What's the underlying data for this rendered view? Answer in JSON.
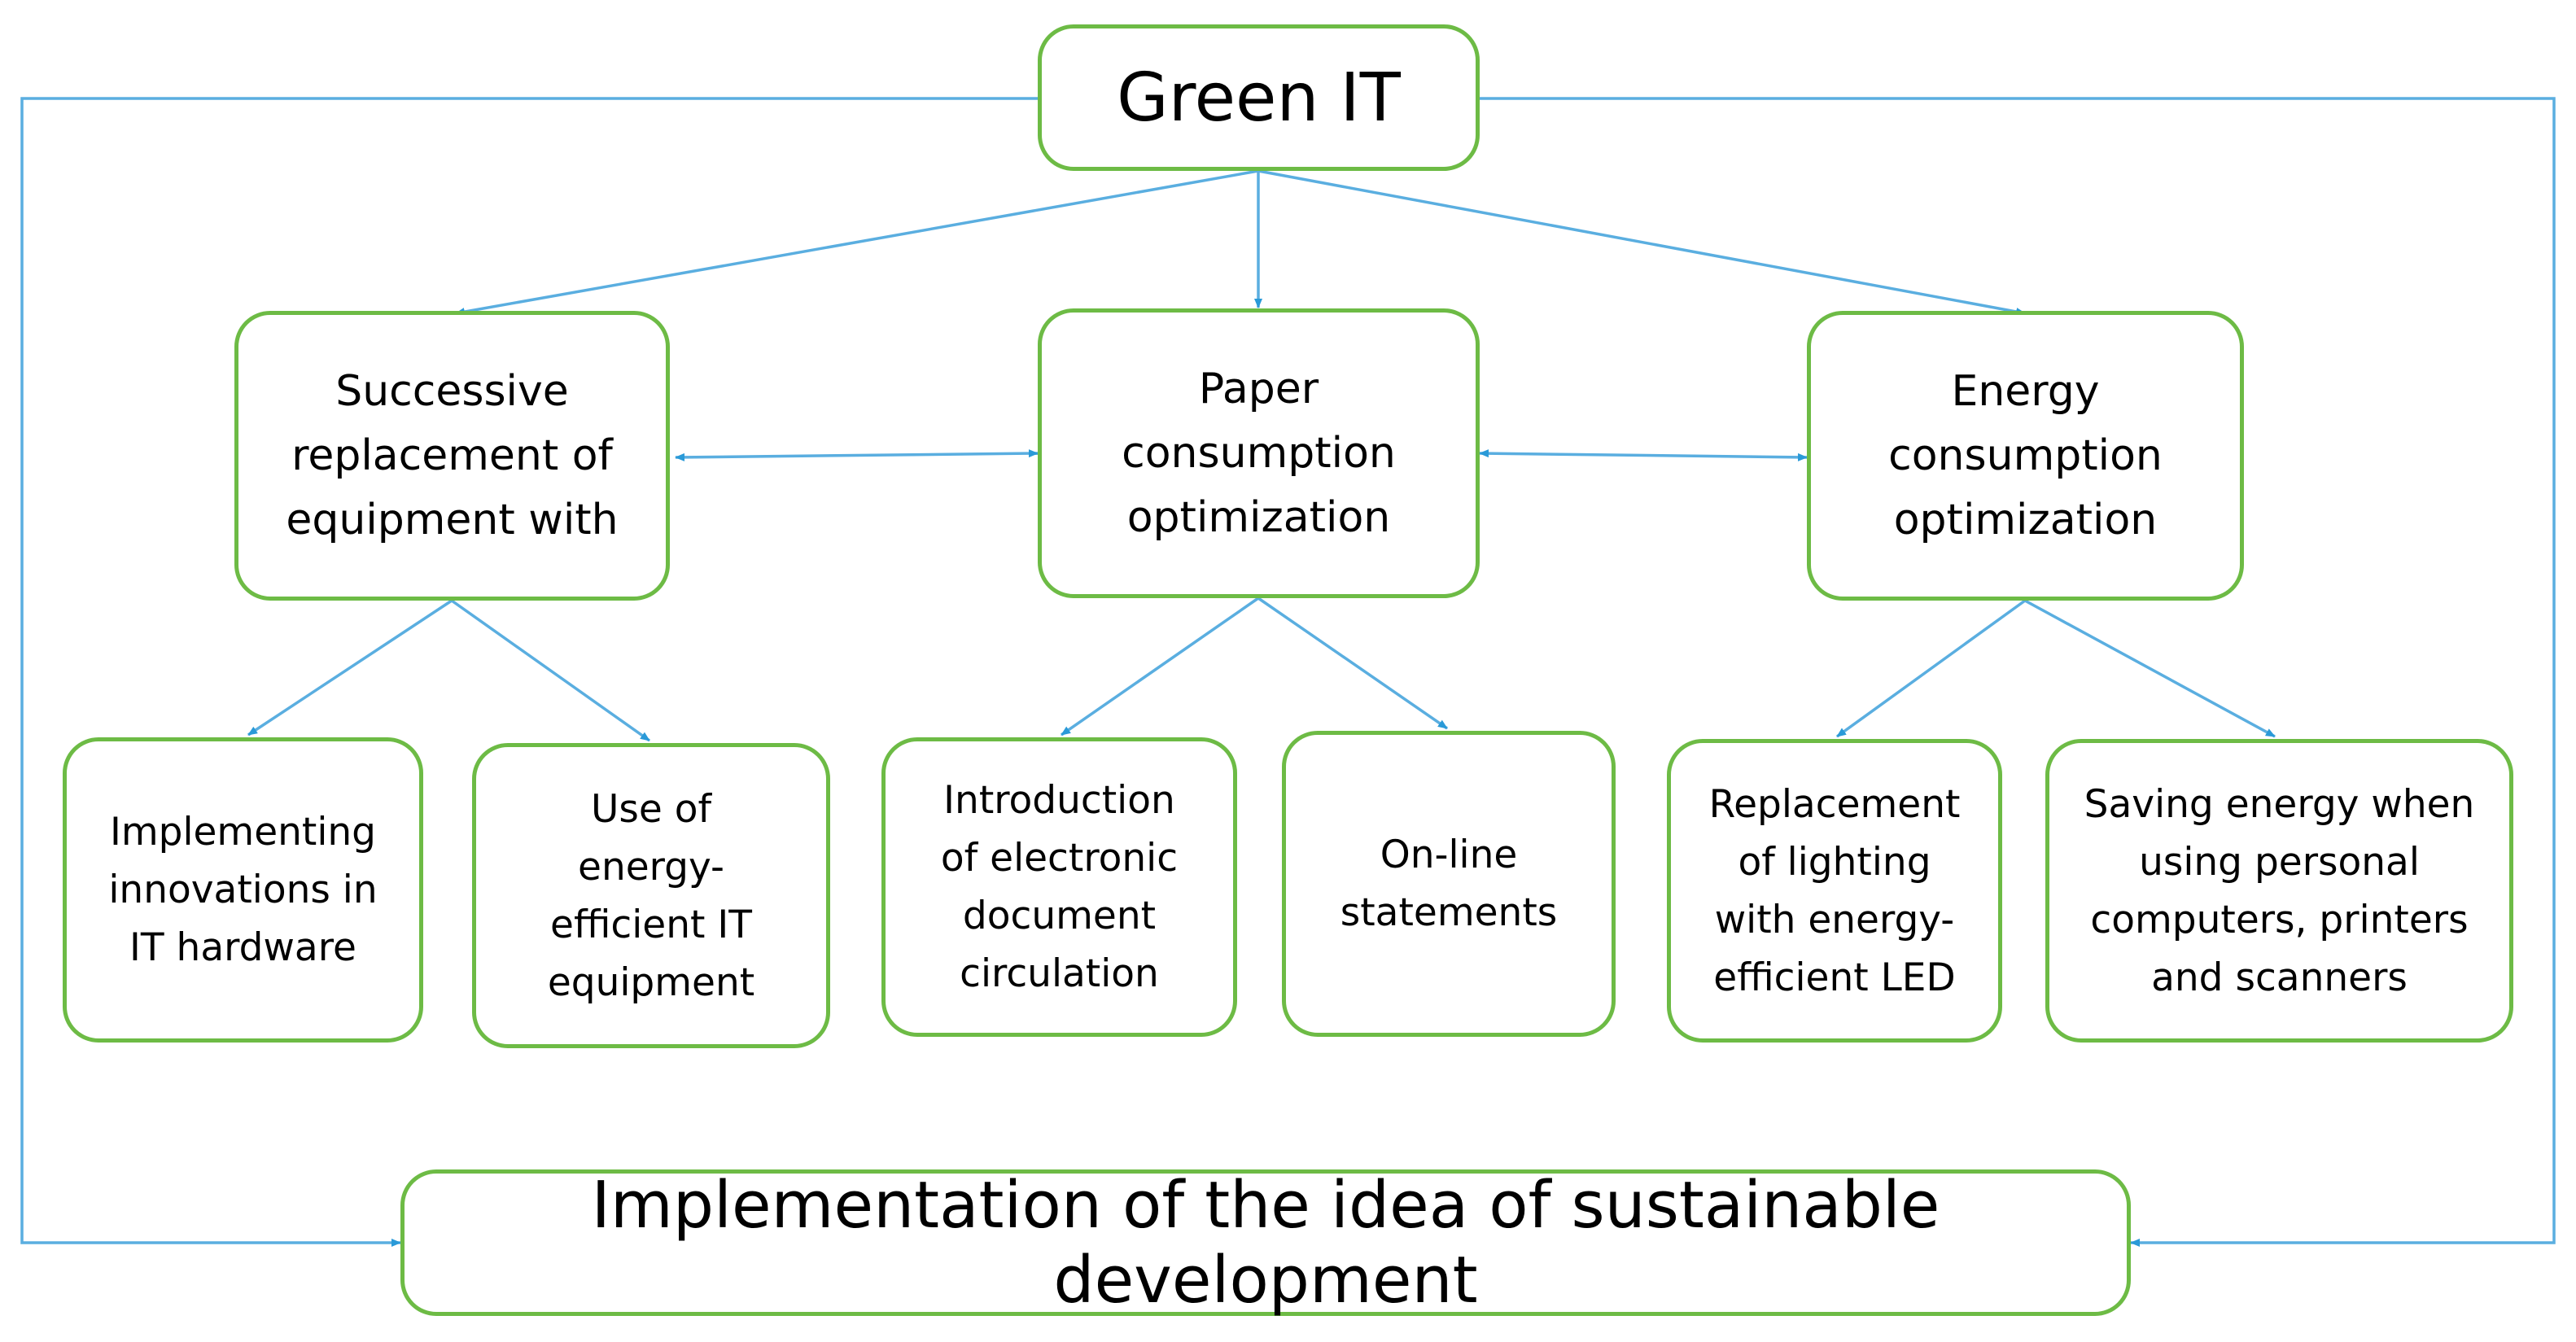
{
  "diagram": {
    "root": "Green IT",
    "categories": [
      {
        "label": "Successive\nreplacement of\nequipment with",
        "children": [
          "Implementing\ninnovations in\nIT hardware",
          "Use of\nenergy-\nefficient IT\nequipment"
        ]
      },
      {
        "label": "Paper\nconsumption\noptimization",
        "children": [
          "Introduction\nof electronic\ndocument\ncirculation",
          "On-line\nstatements"
        ]
      },
      {
        "label": "Energy\nconsumption\noptimization",
        "children": [
          "Replacement\nof lighting\nwith energy-\nefficient  LED",
          "Saving energy when\nusing personal\ncomputers, printers\nand scanners"
        ]
      }
    ],
    "outcome": "Implementation  of the idea of sustainable development"
  },
  "colors": {
    "box_border": "#6dbb45",
    "connector": "#5aaee0",
    "arrowhead": "#2a9ad8",
    "text": "#000000"
  }
}
